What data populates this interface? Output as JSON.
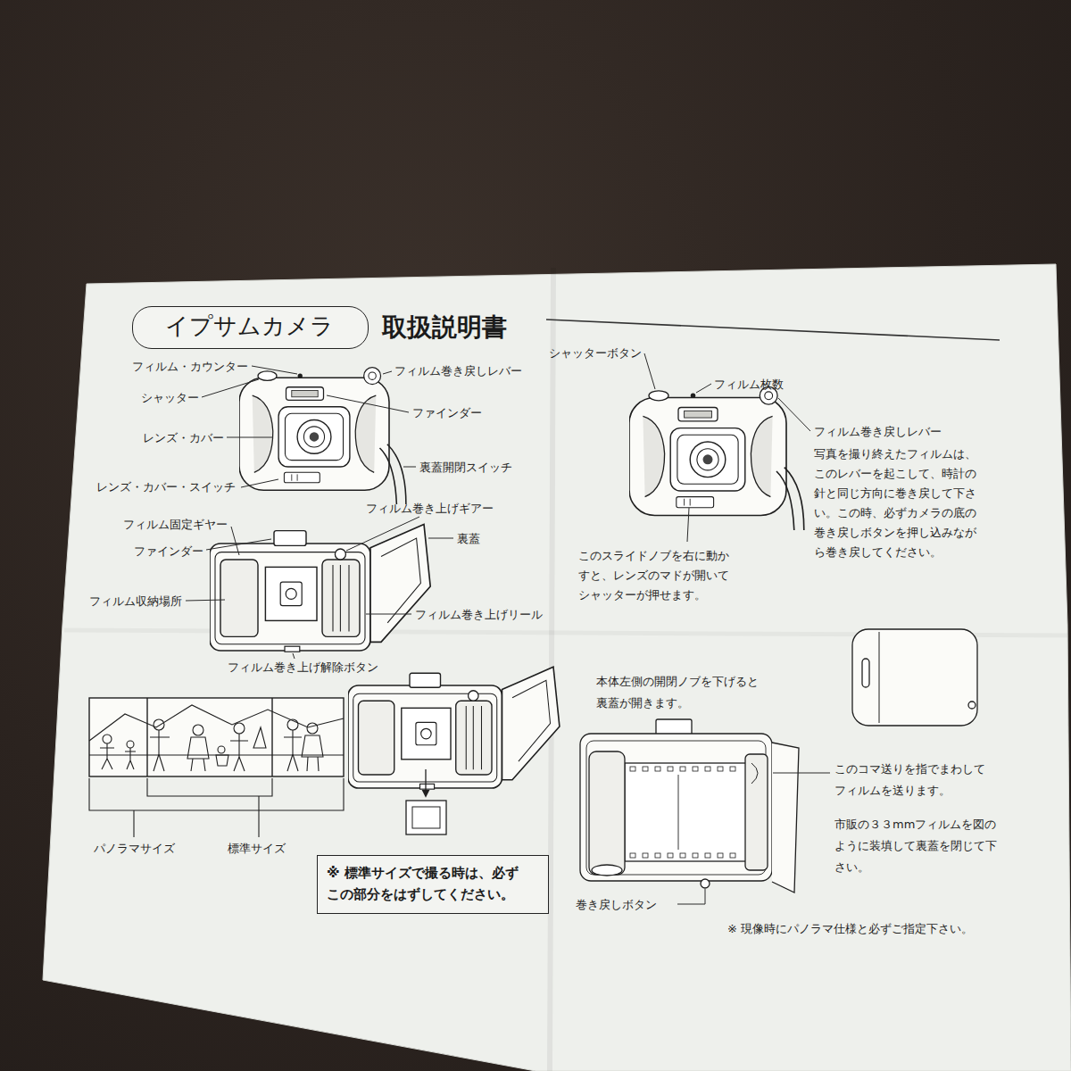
{
  "diagram": {
    "title": "取扱説明書",
    "nodes": [
      {
        "text": [
          "イプサムカメラ"
        ]
      },
      {
        "text": [
          "※ 標準サイズで撮る時は、必ず この部分をはずしてください。"
        ]
      }
    ],
    "labels": [
      "フィルム・カウンター",
      "シャッター",
      "フィルム巻き戻しレバー",
      "ファインダー",
      "レンズ・カバー",
      "裏蓋開閉スイッチ",
      "レンズ・カバー・スイッチ",
      "フィルム巻き上げギアー",
      "フィルム固定ギヤー",
      "裏蓋",
      "ファインダー",
      "フィルム収納場所",
      "フィルム巻き上げリール",
      "フィルム巻き上げ解除ボタン",
      "パノラマサイズ",
      "標準サイズ",
      "シャッターボタン",
      "フィルム枚数",
      "フィルム巻き戻しレバー",
      "写真を撮り終えたフィルムは、 このレバーを起こして、時計の 針と同じ方向に巻き戻して下さ い。この時、必ずカメラの底の 巻き戻しボタンを押し込みなが ら巻き戻してください。",
      "このスライドノブを右に動か すと、レンズのマドが開いて シャッターが押せます。",
      "本体左側の開閉ノブを下げると 裏蓋が開きます。",
      "このコマ送りを指でまわして フィルムを送ります。",
      "市販の３３mmフィルムを図の ように装填して裏蓋を閉じて下 さい。",
      "巻き戻しボタン",
      "※ 現像時にパノラマ仕様と必ずご指定下さい。"
    ]
  }
}
